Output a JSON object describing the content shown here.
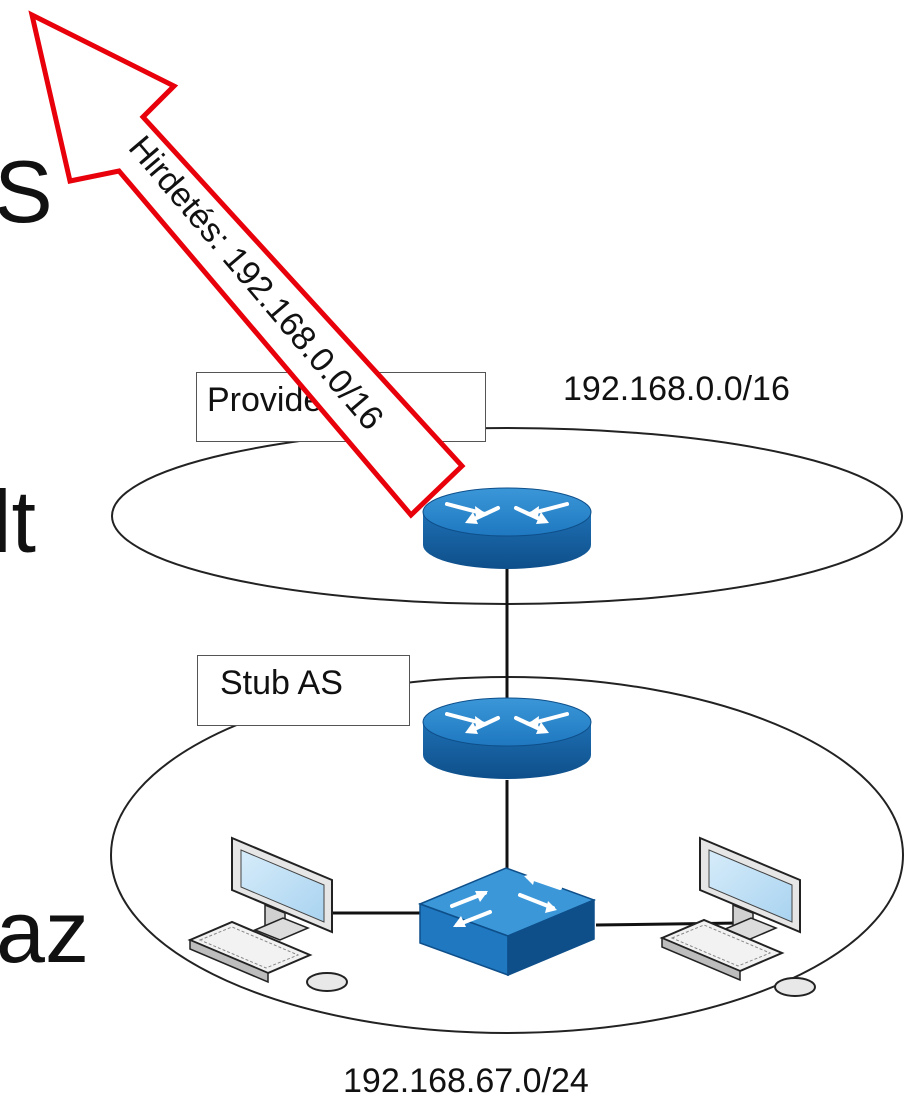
{
  "slide_text_fragments": [
    "S",
    "lt",
    "az"
  ],
  "provider_label": "Provider AS",
  "stub_label": "Stub AS",
  "provider_prefix": "192.168.0.0/16",
  "stub_prefix": "192.168.67.0/24",
  "advertisement_text": "Hirdetés: 192.168.0.0/16",
  "colors": {
    "arrow_outline": "#e8000b",
    "device_blue": "#1f78c0",
    "device_blue_dark": "#0e4f8a",
    "monitor_screen": "#bfe0f5"
  },
  "icons": [
    "router-icon",
    "router-icon",
    "switch-icon",
    "workstation-icon",
    "workstation-icon"
  ]
}
